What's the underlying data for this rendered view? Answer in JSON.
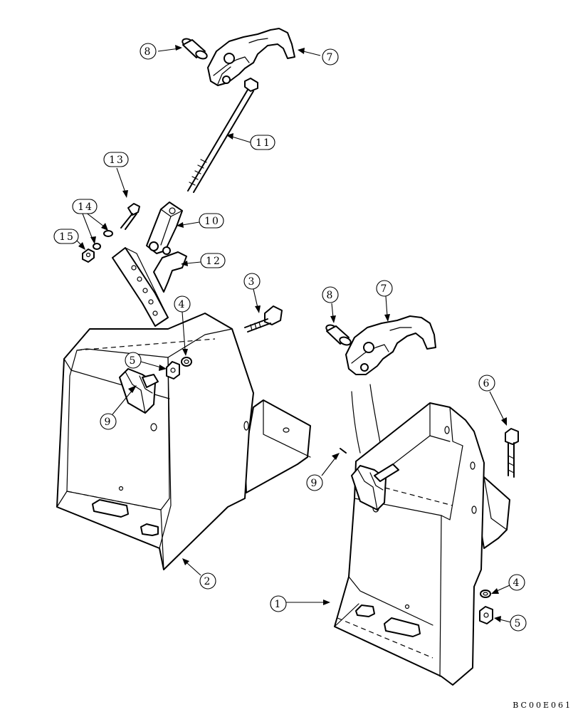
{
  "drawing_code": "BC00E061",
  "callouts": {
    "c1": "1",
    "c2": "2",
    "c3": "3",
    "c4a": "4",
    "c4b": "4",
    "c5a": "5",
    "c5b": "5",
    "c6": "6",
    "c7a": "7",
    "c7b": "7",
    "c8a": "8",
    "c8b": "8",
    "c9a": "9",
    "c9b": "9",
    "c10": "10",
    "c11": "11",
    "c12": "12",
    "c13": "13",
    "c14": "14",
    "c15": "15"
  }
}
